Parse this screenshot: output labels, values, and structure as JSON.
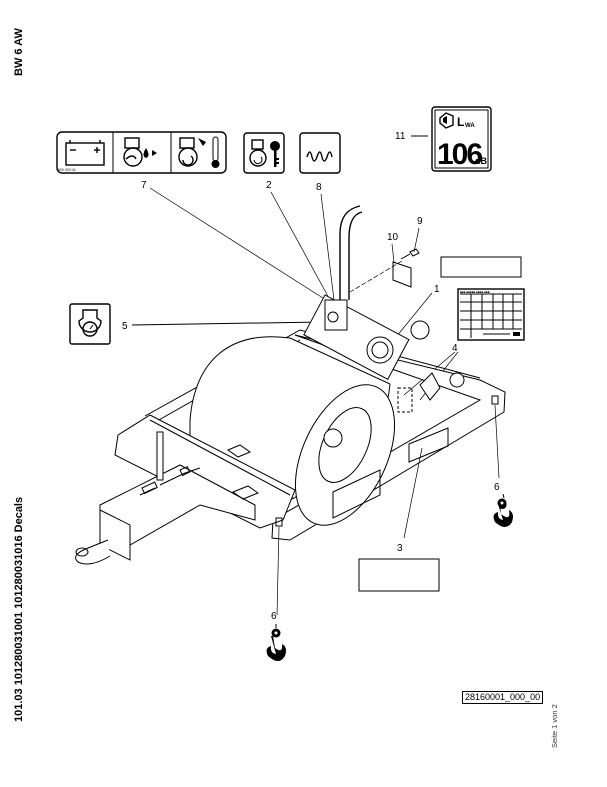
{
  "document": {
    "model": "BW 6 AW",
    "title_line": "101.03 101280031001 101280031016 Decals",
    "drawing_number": "28160001_000_00",
    "page_indicator": "Seite 1 von 2"
  },
  "decals": [
    {
      "callout": "7",
      "name": "battery-coolant-temperature-warning-decal",
      "icons": [
        "battery-icon",
        "engine-oil-pressure-icon",
        "engine-coolant-temperature-icon"
      ],
      "small_print": "500 320 04"
    },
    {
      "callout": "2",
      "name": "engine-start-key-decal",
      "icons": [
        "engine-icon",
        "ignition-key-icon"
      ]
    },
    {
      "callout": "8",
      "name": "vibration-decal",
      "icons": [
        "vibration-wave-icon"
      ]
    },
    {
      "callout": "5",
      "name": "engine-oil-pressure-gauge-decal",
      "icons": [
        "pressure-gauge-icon"
      ]
    },
    {
      "callout": "11",
      "name": "sound-power-level-decal",
      "label": "LWA",
      "value": "106",
      "unit": "dB"
    },
    {
      "callout": "1",
      "name": "blank-label-plate-1"
    },
    {
      "callout": "4",
      "name": "maintenance-chart-decal"
    },
    {
      "callout": "3",
      "name": "blank-label-plate-3"
    },
    {
      "callout": "6",
      "name": "lifting-point-hook-decal",
      "count": 2
    },
    {
      "callout": "9",
      "name": "screw"
    },
    {
      "callout": "10",
      "name": "type-plate"
    }
  ],
  "callouts": {
    "c1": "1",
    "c2": "2",
    "c3": "3",
    "c4": "4",
    "c5": "5",
    "c6a": "6",
    "c6b": "6",
    "c7": "7",
    "c8": "8",
    "c9": "9",
    "c10": "10",
    "c11": "11"
  },
  "sound_decal": {
    "label_main": "L",
    "label_sub": "WA",
    "value": "106",
    "unit": "dB"
  }
}
